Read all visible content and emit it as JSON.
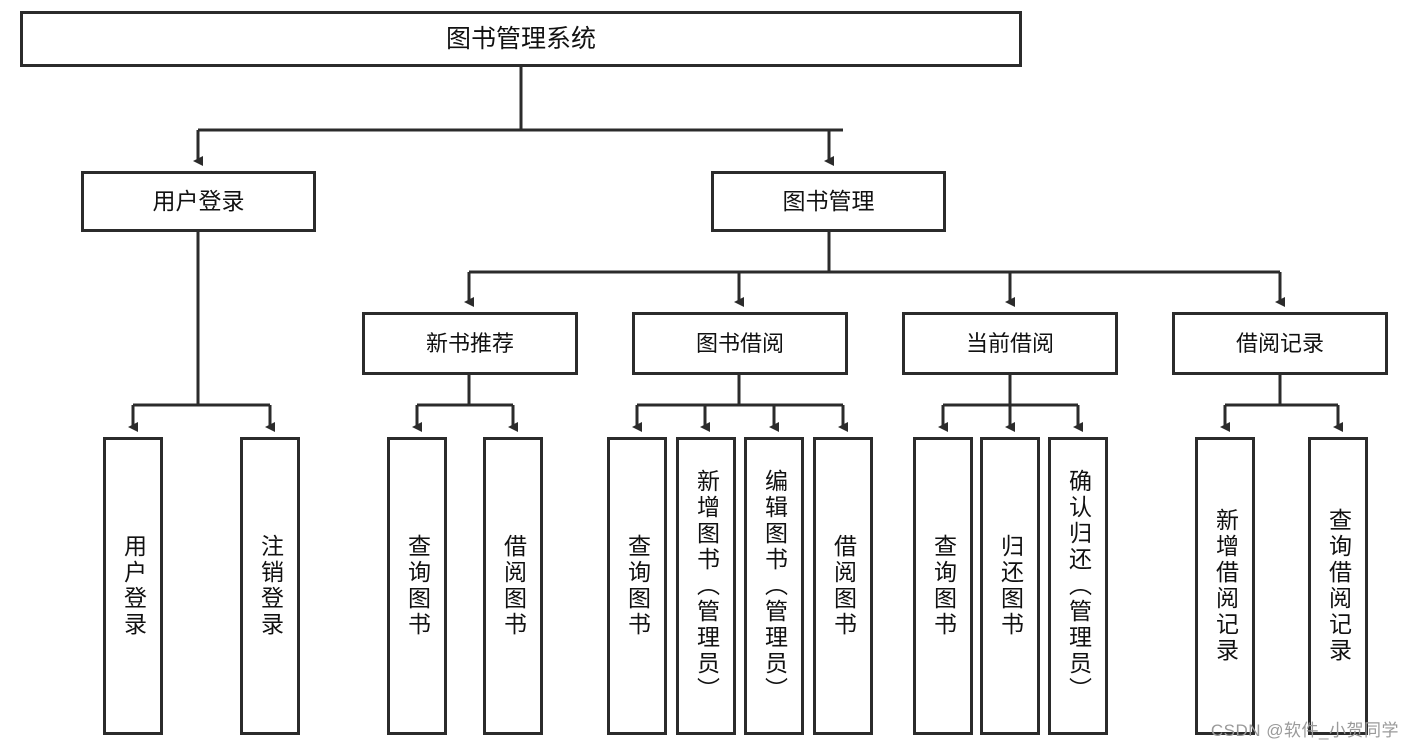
{
  "diagram": {
    "type": "tree-hierarchy",
    "title": "图书管理系统",
    "watermark": "CSDN @软件_小贺同学",
    "colors": {
      "box_border": "#2b2b2b",
      "box_fill": "#ffffff",
      "connector": "#2b2b2b",
      "text": "#111111",
      "watermark": "#9a9a9a"
    },
    "nodes": {
      "root": {
        "label": "图书管理系统"
      },
      "level1": [
        {
          "label": "用户登录"
        },
        {
          "label": "图书管理"
        }
      ],
      "level2": [
        {
          "label": "新书推荐"
        },
        {
          "label": "图书借阅"
        },
        {
          "label": "当前借阅"
        },
        {
          "label": "借阅记录"
        }
      ],
      "leaves": {
        "user_login": [
          {
            "label": "用户登录"
          },
          {
            "label": "注销登录"
          }
        ],
        "new_book_recommend": [
          {
            "label": "查询图书"
          },
          {
            "label": "借阅图书"
          }
        ],
        "book_borrow": [
          {
            "label": "查询图书"
          },
          {
            "label": "新增图书（管理员）"
          },
          {
            "label": "编辑图书（管理员）"
          },
          {
            "label": "借阅图书"
          }
        ],
        "current_borrow": [
          {
            "label": "查询图书"
          },
          {
            "label": "归还图书"
          },
          {
            "label": "确认归还（管理员）"
          }
        ],
        "borrow_record": [
          {
            "label": "新增借阅记录"
          },
          {
            "label": "查询借阅记录"
          }
        ]
      }
    }
  }
}
